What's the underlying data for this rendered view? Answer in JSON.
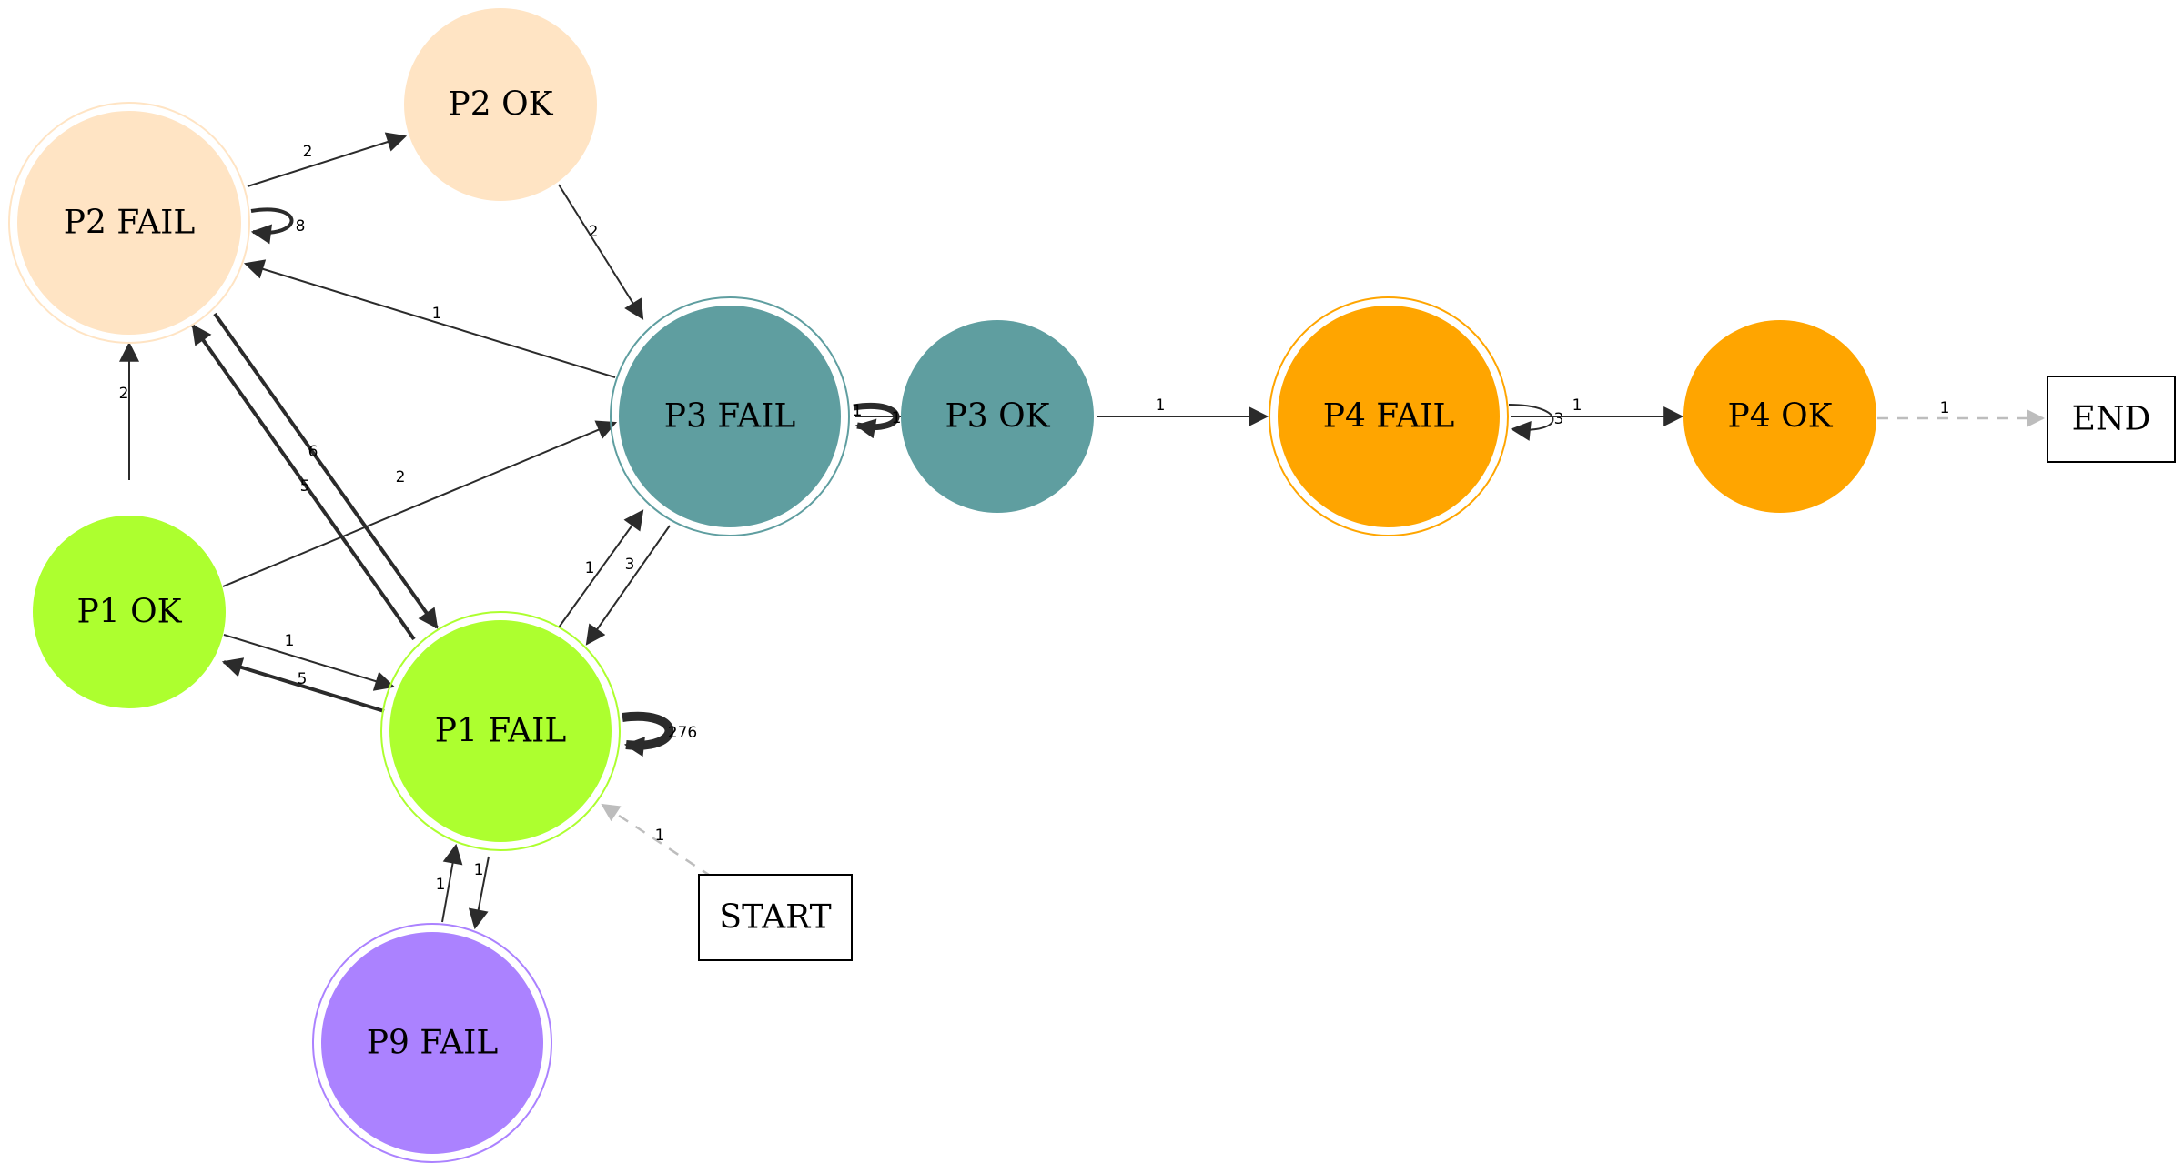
{
  "colors": {
    "p1": "#adff2f",
    "p2": "#ffe4c4",
    "p3": "#5f9ea0",
    "p4": "#ffa500",
    "p9": "#ab82ff",
    "edge": "#2b2b2b",
    "dashed_edge": "#bdbdbd"
  },
  "nodes": {
    "p2_ok": "P2 OK",
    "p2_fail": "P2 FAIL",
    "p3_fail": "P3 FAIL",
    "p3_ok": "P3 OK",
    "p4_fail": "P4 FAIL",
    "p4_ok": "P4 OK",
    "end": "END",
    "p1_ok": "P1 OK",
    "p1_fail": "P1 FAIL",
    "start": "START",
    "p9_fail": "P9 FAIL"
  },
  "edges": {
    "p2fail_p2ok": "2",
    "p2fail_self": "8",
    "p2ok_p3fail": "2",
    "p3fail_p2fail": "1",
    "p2fail_p1fail": "6",
    "p1fail_p2fail": "5",
    "p1ok_p2fail": "2",
    "p1ok_p3fail": "2",
    "p1ok_p1fail": "1",
    "p1fail_p1ok": "5",
    "p1fail_p3fail": "1",
    "p3fail_p1fail": "3",
    "p3fail_self": "1",
    "p3fail_p3ok": "1",
    "p3ok_p4fail": "1",
    "p4fail_self": "3",
    "p4fail_p4ok": "1",
    "p4ok_end": "1",
    "p1fail_self": "276",
    "start_p1fail": "1",
    "p1fail_p9fail": "1",
    "p9fail_p1fail": "1"
  }
}
